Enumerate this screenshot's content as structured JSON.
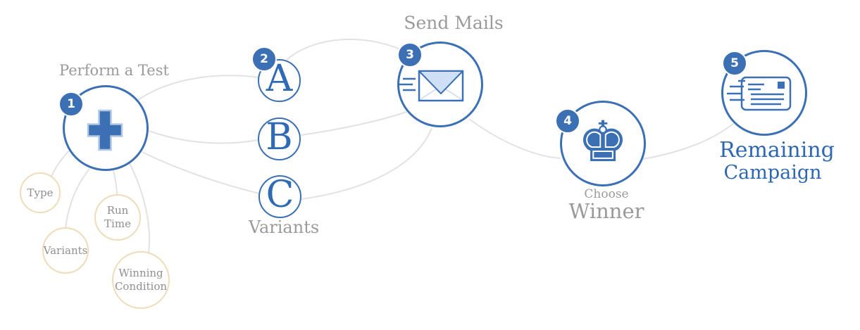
{
  "colors": {
    "accent_blue": "#3b70b4",
    "text_blue": "#2e67b1",
    "gray_text": "#9a9a9a",
    "connector_gray": "#e2e2e2",
    "option_border_tan": "#efdcba",
    "envelope_flap_blue": "#cfe0f5"
  },
  "steps": {
    "step1": {
      "badge": "1",
      "label": "Perform a Test",
      "icon": "plus"
    },
    "step2": {
      "badge": "2",
      "label": "Variants",
      "variants": {
        "a": "A",
        "b": "B",
        "c": "C"
      }
    },
    "step3": {
      "badge": "3",
      "label": "Send Mails",
      "icon": "envelope"
    },
    "step4": {
      "badge": "4",
      "label_line1": "Choose",
      "label_line2": "Winner",
      "icon": "chess-king",
      "glyph": "♚"
    },
    "step5": {
      "badge": "5",
      "label_line1": "Remaining",
      "label_line2": "Campaign",
      "icon": "postcard"
    }
  },
  "test_options": {
    "type": "Type",
    "run_time": {
      "line1": "Run",
      "line2": "Time"
    },
    "variants": "Variants",
    "winning_condition": {
      "line1": "Winning",
      "line2": "Condition"
    }
  }
}
